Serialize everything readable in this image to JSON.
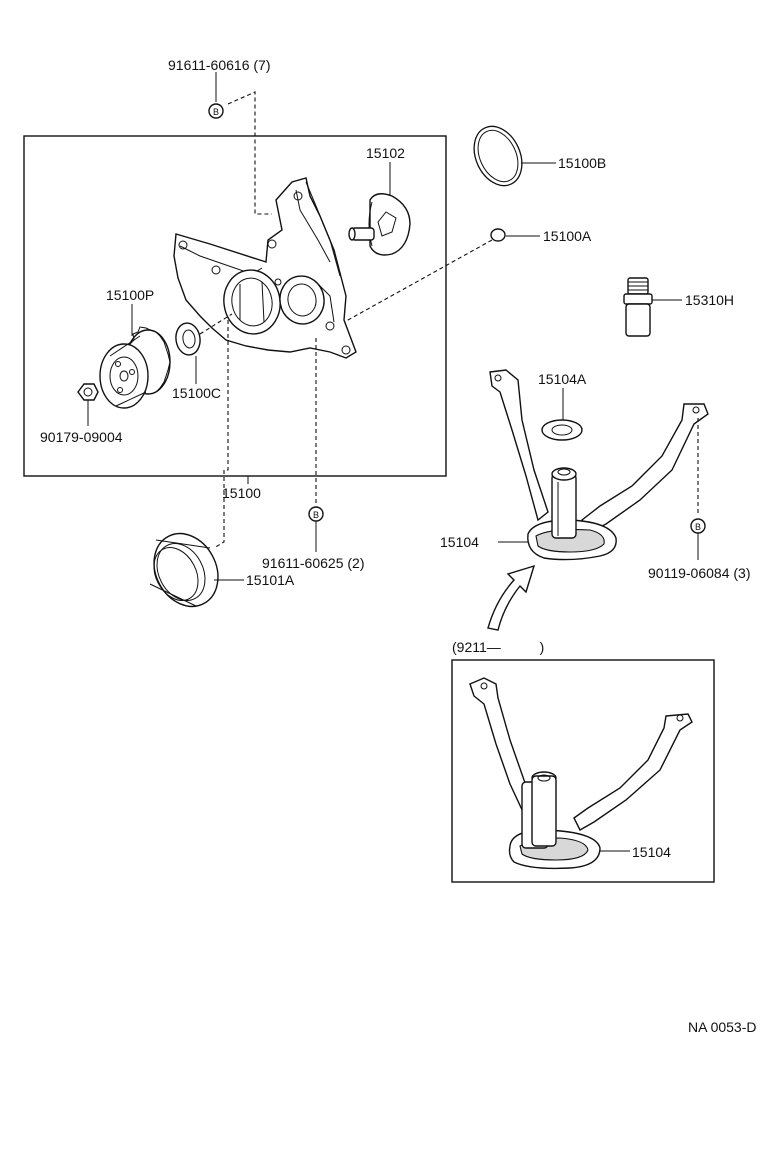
{
  "diagram": {
    "labels": {
      "bolt_cover": "91611-60616 (7)",
      "rotor": "15102",
      "o_ring": "15100B",
      "plug": "15100A",
      "stud": "15310H",
      "pulley": "15100P",
      "seal_small": "15100C",
      "nut": "90179-09004",
      "pump_assy": "15100",
      "bolt_pump": "91611-60625 (2)",
      "front_seal": "15101A",
      "gasket": "15104A",
      "strainer": "15104",
      "bolt_strainer": "90119-06084 (3)",
      "inset_date": "(9211—          )",
      "inset_strainer": "15104",
      "figure_code": "NA 0053-D"
    },
    "bolt_mark": "B"
  }
}
